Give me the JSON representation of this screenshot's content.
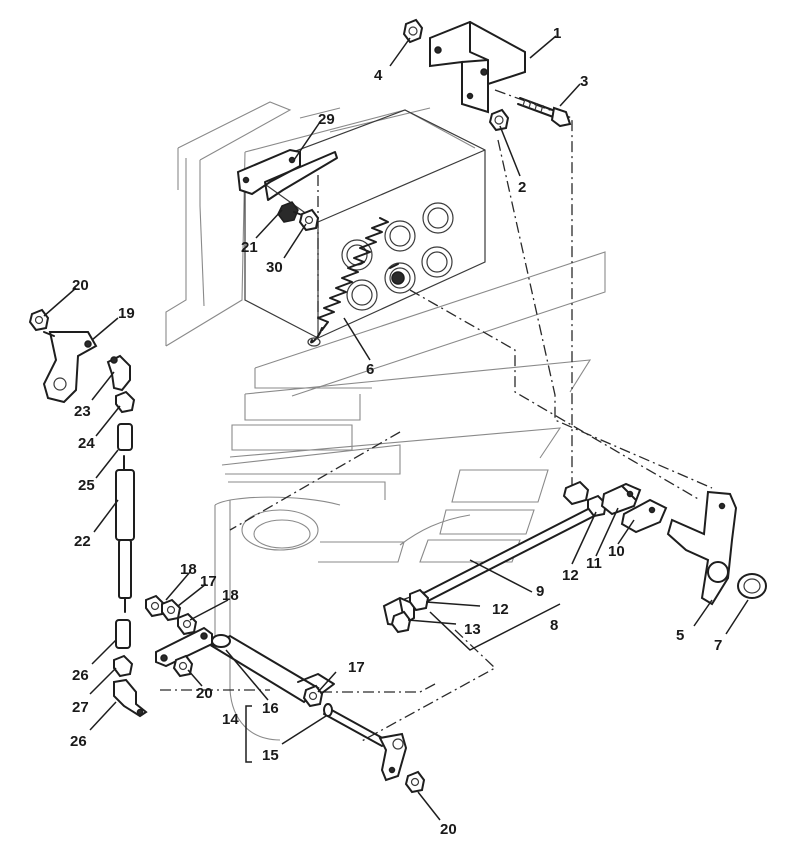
{
  "callouts": {
    "c1": "1",
    "c2": "2",
    "c3": "3",
    "c4": "4",
    "c5": "5",
    "c6": "6",
    "c7": "7",
    "c8": "8",
    "c9": "9",
    "c10": "10",
    "c11": "11",
    "c12a": "12",
    "c12b": "12",
    "c13": "13",
    "c14": "14",
    "c15": "15",
    "c16": "16",
    "c17a": "17",
    "c17b": "17",
    "c18a": "18",
    "c18b": "18",
    "c19": "19",
    "c20a": "20",
    "c20b": "20",
    "c20c": "20",
    "c21": "21",
    "c22": "22",
    "c23": "23",
    "c24": "24",
    "c25": "25",
    "c26a": "26",
    "c26b": "26",
    "c27": "27",
    "c29": "29",
    "c30": "30"
  }
}
